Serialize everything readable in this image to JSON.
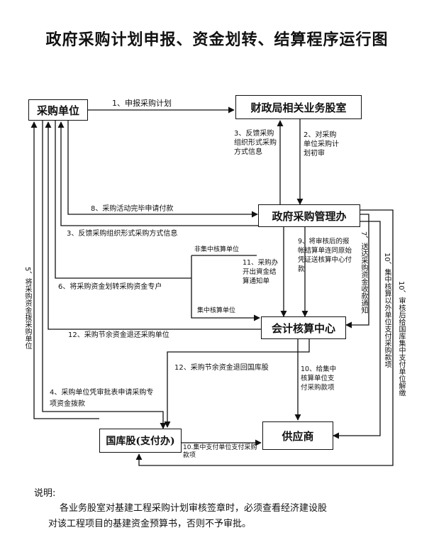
{
  "title": "政府采购计划申报、资金划转、结算程序运行图",
  "boxes": {
    "purchaser": "采购单位",
    "finance_office": "财政局相关业务股室",
    "procurement_office": "政府采购管理办",
    "accounting_center": "会计核算中心",
    "treasury": "国库股(支付办)",
    "supplier": "供应商"
  },
  "edges": {
    "e1": "1、申报采购计划",
    "e2": "2、对采购单位采购计划初审",
    "e3a": "3、反馈采购组织形式采购方式信息",
    "e3b": "3、反馈采购组织形式采购方式信息",
    "e4": "4、采购单位凭审批表申请采购专项资金拨款",
    "e5": "5、将采购资金拨采购单位",
    "e6": "6、将采购资金划转采购资金专户",
    "e7": "7、送达采购资金收款通知",
    "e8": "8、采购活动完毕申请付款",
    "e9": "9、将审核后的报帐结算单连同原始凭证送核算中心付款",
    "e10a": "10、给集中核算单位支付采购款项",
    "e10b": "10、集中核算以外单位支付采购款项",
    "e10c": "10、审核后给国库集中支付单位解缴",
    "e10d": "10.集中支付单位支付采购款项",
    "e11": "11、采购办开出資金结算通知单",
    "e12a": "12、采购节余资金退还采购单位",
    "e12b": "12、采购节余资金退回国库股",
    "non_central": "非集中核算单位",
    "central": "集中核算单位"
  },
  "notes": {
    "heading": "说明:",
    "line1": "各业务股室对基建工程采购计划审核签章时，必须查看经济建设股",
    "line2": "对该工程项目的基建资金预算书，否则不予审批。"
  }
}
